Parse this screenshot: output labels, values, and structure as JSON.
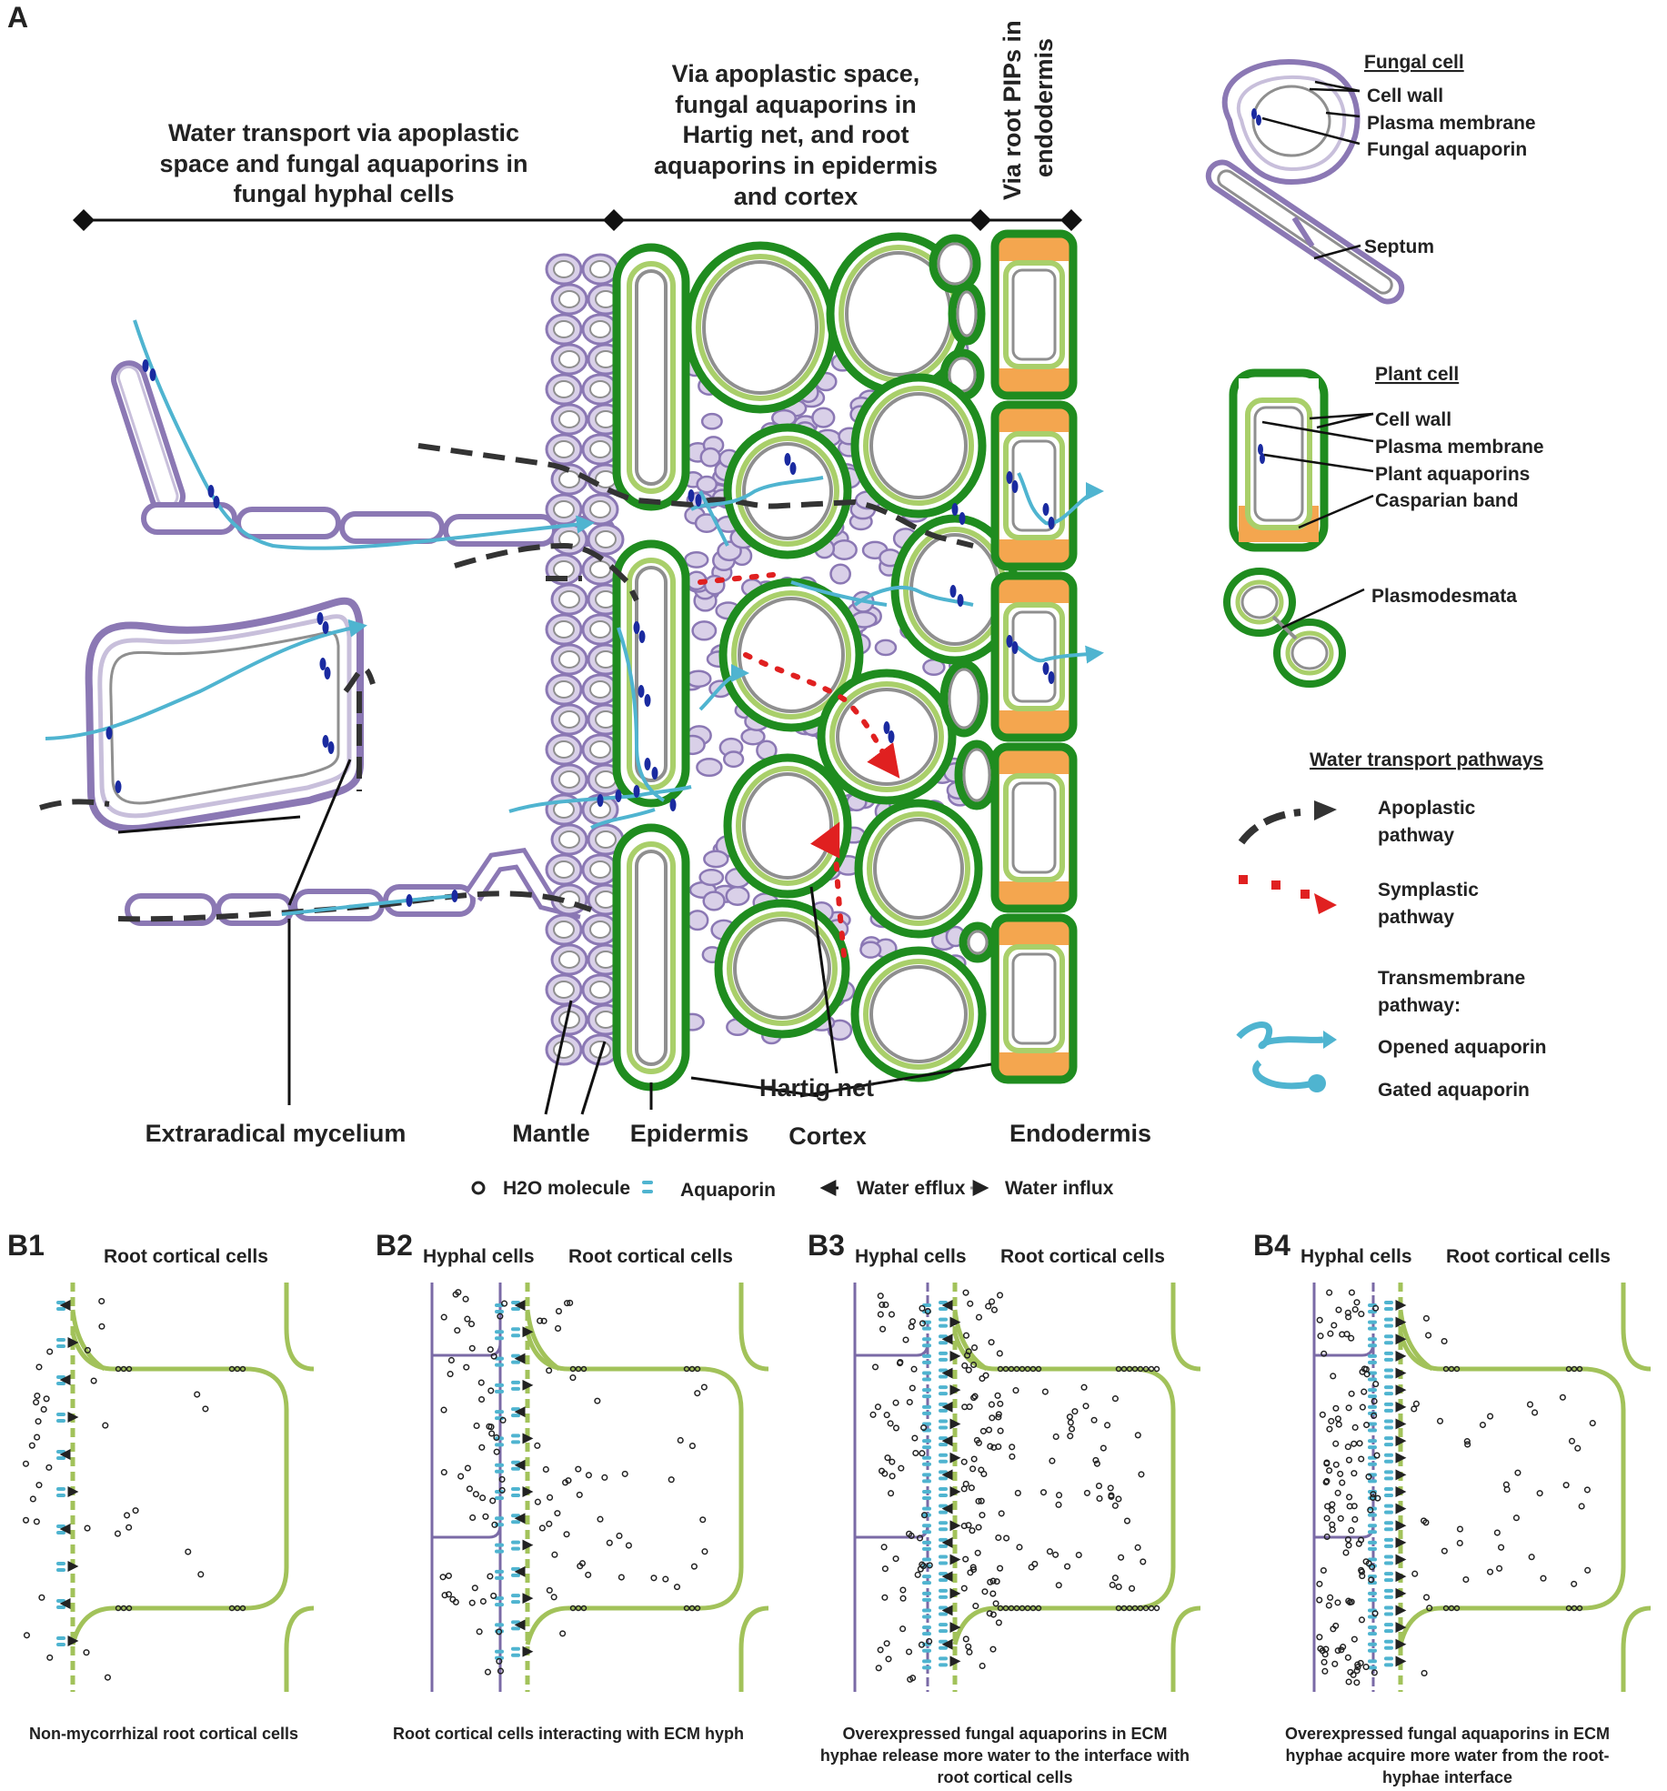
{
  "panel_a": {
    "label": "A",
    "headers": {
      "h1": [
        "Water transport via apoplastic",
        "space and fungal aquaporins in",
        "fungal hyphal cells"
      ],
      "h2": [
        "Via apoplastic space,",
        "fungal aquaporins in",
        "Hartig net, and root",
        "aquaporins in epidermis",
        "and cortex"
      ],
      "h3": [
        "Via root PIPs in",
        "endodermis"
      ]
    },
    "tissue_labels": {
      "extraradical": "Extraradical mycelium",
      "mantle": "Mantle",
      "epidermis": "Epidermis",
      "cortex": "Cortex",
      "hartig": "Hartig net",
      "endodermis": "Endodermis"
    },
    "legend": {
      "fungal_title": "Fungal cell",
      "fungal_items": [
        "Cell wall",
        "Plasma membrane",
        "Fungal aquaporin"
      ],
      "septum": "Septum",
      "plant_title": "Plant cell",
      "plant_items": [
        "Cell wall",
        "Plasma membrane",
        "Plant aquaporins",
        "Casparian band"
      ],
      "plasmodesmata": "Plasmodesmata",
      "pathways_title": "Water transport pathways",
      "apoplastic": [
        "Apoplastic",
        "pathway"
      ],
      "symplastic": [
        "Symplastic",
        "pathway"
      ],
      "transmembrane": [
        "Transmembrane",
        "pathway:"
      ],
      "opened": "Opened aquaporin",
      "gated": "Gated aquaporin"
    },
    "colors": {
      "fungal_wall": "#8b78b4",
      "fungal_fill": "#d9d0e8",
      "plant_wall": "#1f8c1f",
      "plant_membrane": "#a9cf6a",
      "casparian": "#f4a64f",
      "water": "#4fb4d0",
      "aquaporin": "#1a2aa0",
      "symplast": "#e02020",
      "apoplast": "#333333"
    }
  },
  "key": {
    "molecule_symbol": "O",
    "molecule": "H2O molecule",
    "aquaporin": "Aquaporin",
    "efflux": "Water efflux",
    "influx": "Water influx"
  },
  "panel_b": [
    {
      "label": "B1",
      "headers": [
        "",
        "Root cortical cells"
      ],
      "caption": [
        "Non-mycorrhizal root cortical cells"
      ]
    },
    {
      "label": "B2",
      "headers": [
        "Hyphal cells",
        "Root cortical cells"
      ],
      "caption": [
        "Root cortical cells interacting with ECM hyph"
      ]
    },
    {
      "label": "B3",
      "headers": [
        "Hyphal cells",
        "Root cortical cells"
      ],
      "caption": [
        "Overexpressed fungal aquaporins in ECM",
        "hyphae release more water to the interface with",
        "root cortical cells"
      ]
    },
    {
      "label": "B4",
      "headers": [
        "Hyphal cells",
        "Root cortical cells"
      ],
      "caption": [
        "Overexpressed fungal aquaporins in ECM",
        "hyphae acquire more water from the root-",
        "hyphae interface"
      ]
    }
  ]
}
